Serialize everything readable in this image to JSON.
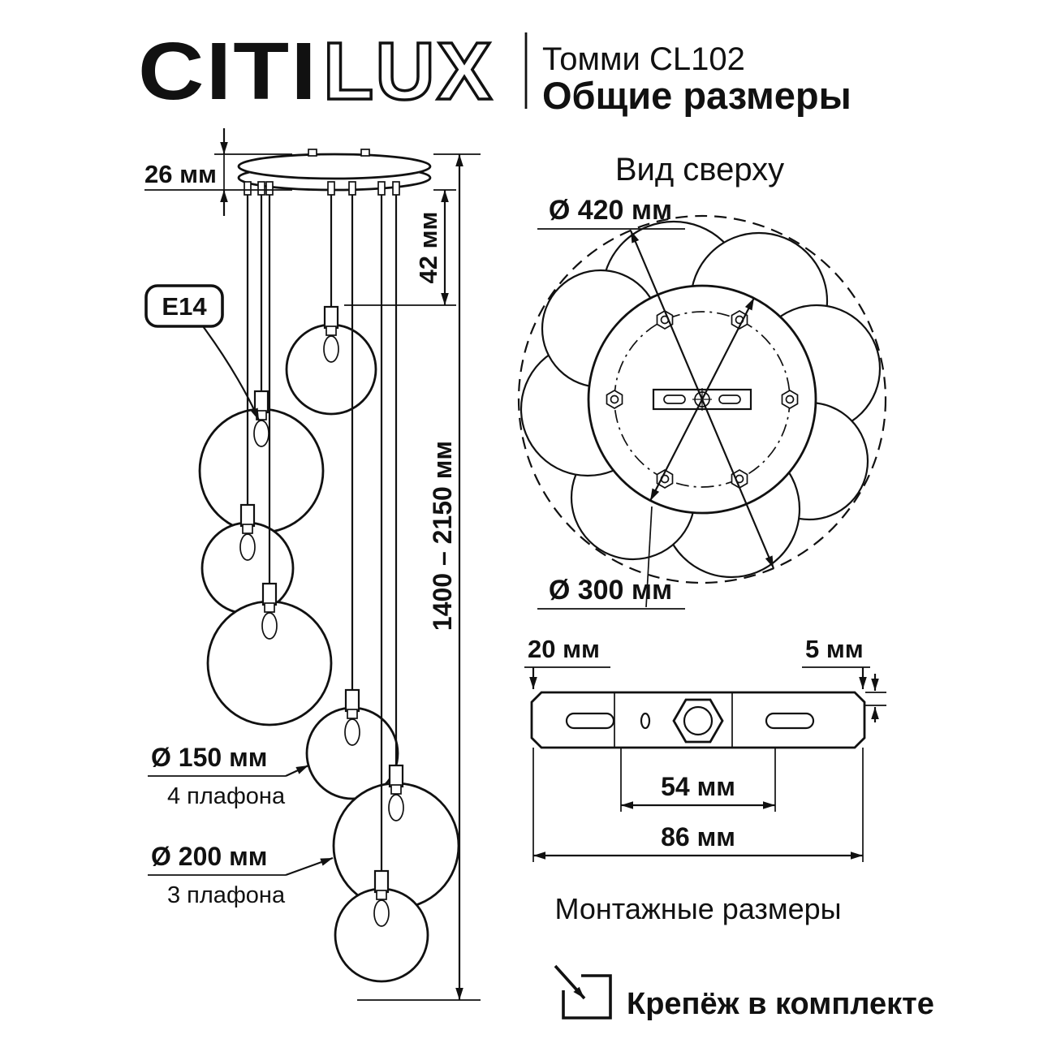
{
  "header": {
    "logo_part_solid": "CITI",
    "logo_part_outline": "LUX",
    "model": "Томми CL102",
    "title": "Общие размеры"
  },
  "side_view": {
    "canopy_height": "26 мм",
    "canopy_offset": "42 мм",
    "suspension_range": "1400 – 2150 мм",
    "socket_label": "E14",
    "small_shades": {
      "diameter": "Ø 150 мм",
      "count": "4 плафона"
    },
    "large_shades": {
      "diameter": "Ø 200 мм",
      "count": "3 плафона"
    }
  },
  "top_view": {
    "title": "Вид сверху",
    "overall_diameter": "Ø 420 мм",
    "canopy_diameter": "Ø 300 мм"
  },
  "mounting_view": {
    "bracket_width": "20 мм",
    "bracket_thickness": "5 мм",
    "hole_spacing": "54 мм",
    "bracket_length": "86 мм",
    "caption": "Монтажные размеры"
  },
  "footer": {
    "note": "Крепёж в комплекте"
  },
  "colors": {
    "ink": "#111111",
    "paper": "#ffffff"
  }
}
